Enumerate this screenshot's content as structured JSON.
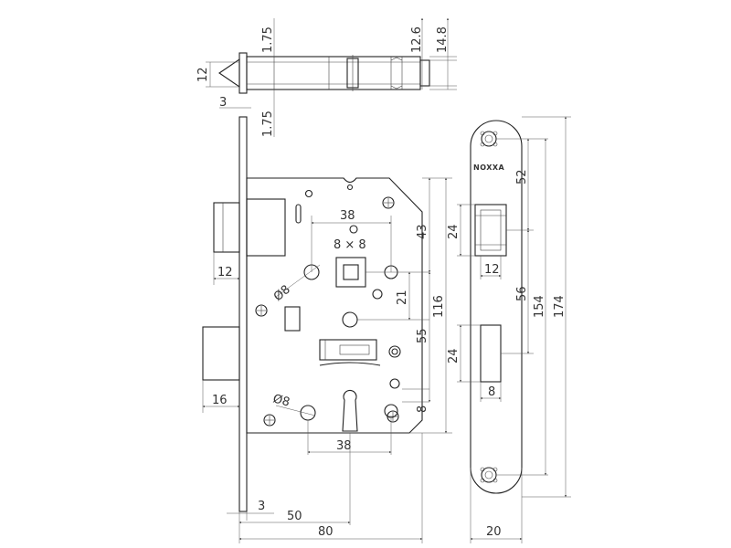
{
  "brand": "NOXXA",
  "dimensions": {
    "top_175a": "1.75",
    "top_175b": "1.75",
    "top_12": "12",
    "top_3": "3",
    "top_126": "12.6",
    "top_148": "14.8",
    "d38_top": "38",
    "d8x8": "8 × 8",
    "dia8_top": "Ø8",
    "d21": "21",
    "d43": "43",
    "d55": "55",
    "d116": "116",
    "d12_latch": "12",
    "d16_bolt": "16",
    "dia8_bot": "Ø8",
    "d8_key": "8",
    "d38_bot": "38",
    "d3_bot": "3",
    "d50": "50",
    "d80": "80",
    "d24_upper": "24",
    "d12_plate": "12",
    "d24_lower": "24",
    "d8_plate": "8",
    "d52": "52",
    "d56": "56",
    "d154": "154",
    "d174": "174",
    "d20": "20"
  }
}
